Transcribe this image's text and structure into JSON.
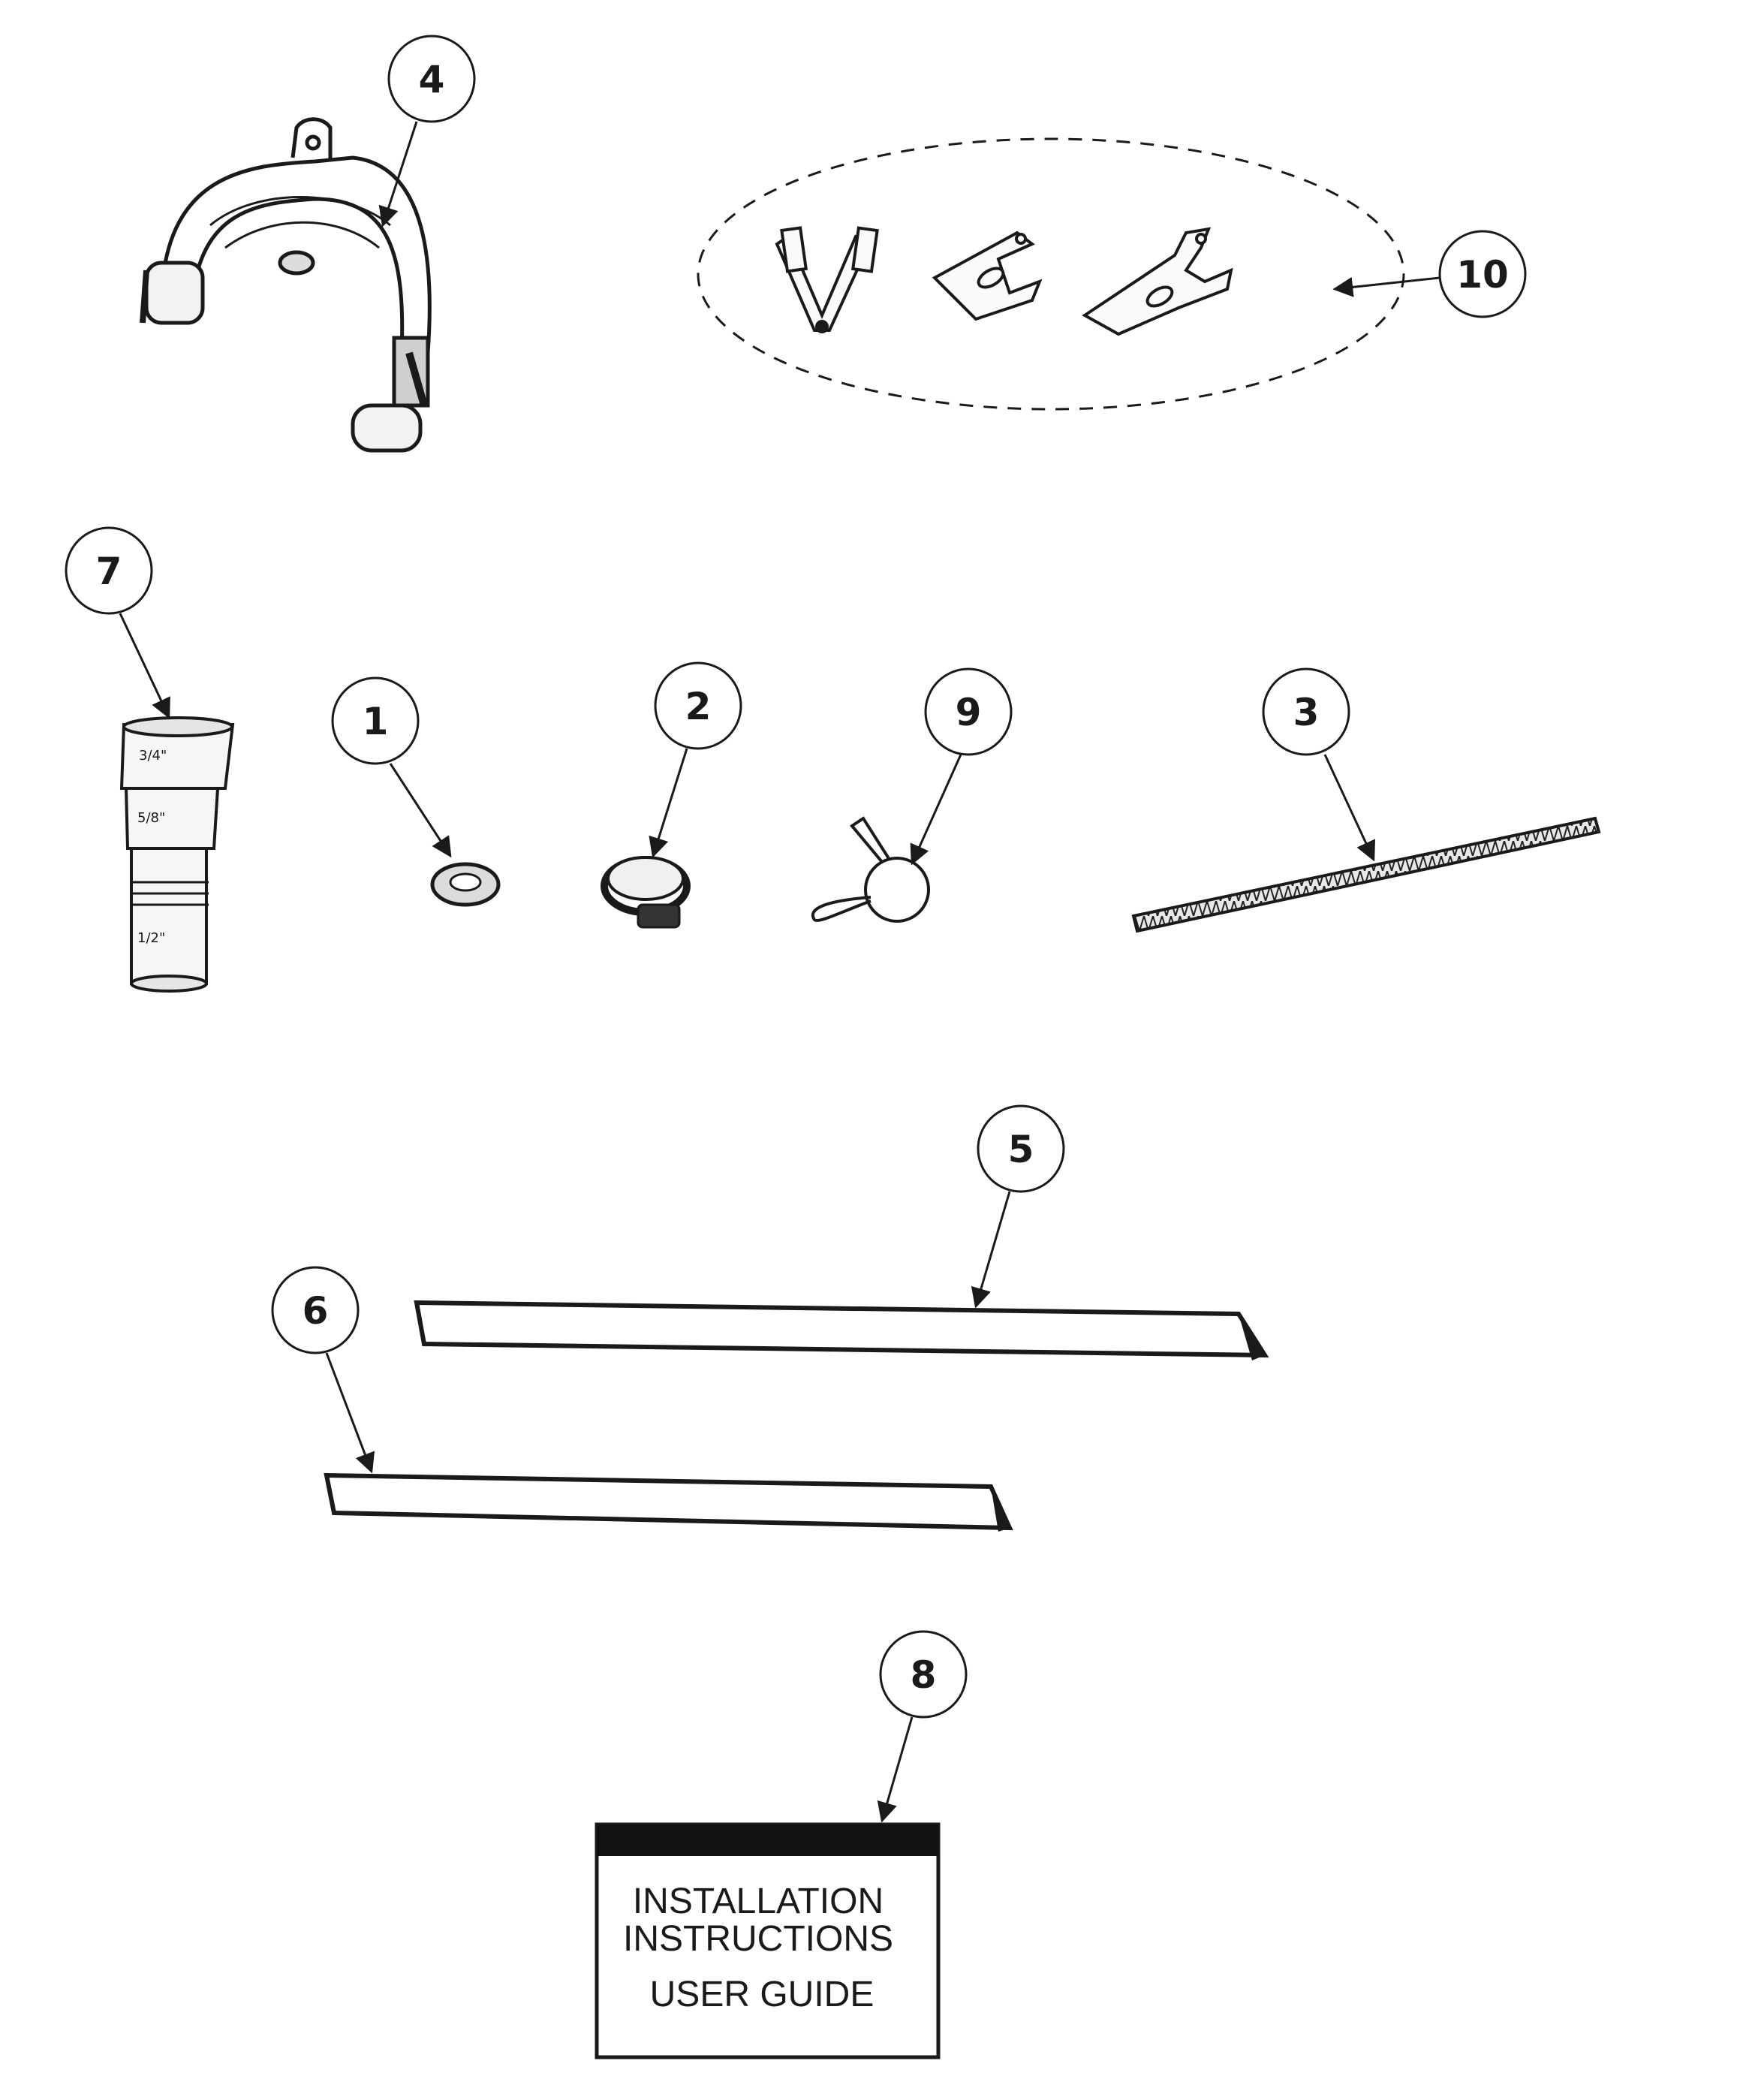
{
  "callouts": [
    {
      "label": "4"
    },
    {
      "label": "10"
    },
    {
      "label": "7"
    },
    {
      "label": "1"
    },
    {
      "label": "2"
    },
    {
      "label": "9"
    },
    {
      "label": "3"
    },
    {
      "label": "5"
    },
    {
      "label": "6"
    },
    {
      "label": "8"
    }
  ],
  "guide_booklet": {
    "line1": "INSTALLATION",
    "line2": "INSTRUCTIONS",
    "line3": "USER GUIDE"
  },
  "tube_markings": [
    "3/4\"",
    "5/8\"",
    "1/2\""
  ],
  "colors": {
    "ink": "#1a1a1a",
    "paper": "#ffffff",
    "booklet_band": "#111111"
  }
}
